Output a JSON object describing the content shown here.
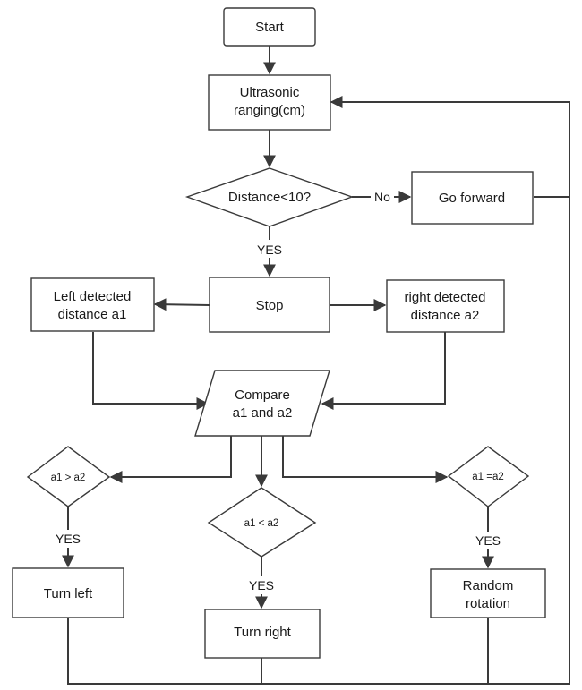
{
  "nodes": {
    "start": "Start",
    "ranging": [
      "Ultrasonic",
      "ranging(cm)"
    ],
    "distance_check": "Distance<10?",
    "go_forward": "Go forward",
    "stop": "Stop",
    "left_detected": [
      "Left detected",
      "distance a1"
    ],
    "right_detected": [
      "right detected",
      "distance a2"
    ],
    "compare": [
      "Compare",
      "a1 and a2"
    ],
    "a1_gt_a2": "a1 > a2",
    "a1_lt_a2": "a1 < a2",
    "a1_eq_a2": "a1 =a2",
    "turn_left": "Turn left",
    "turn_right": "Turn right",
    "random_rotation": [
      "Random",
      "rotation"
    ]
  },
  "edge_labels": {
    "no": "No",
    "yes_distance": "YES",
    "yes_gt": "YES",
    "yes_lt": "YES",
    "yes_eq": "YES"
  },
  "colors": {
    "line": "#3a3a3a",
    "text": "#1a1a1a",
    "background": "#ffffff"
  }
}
